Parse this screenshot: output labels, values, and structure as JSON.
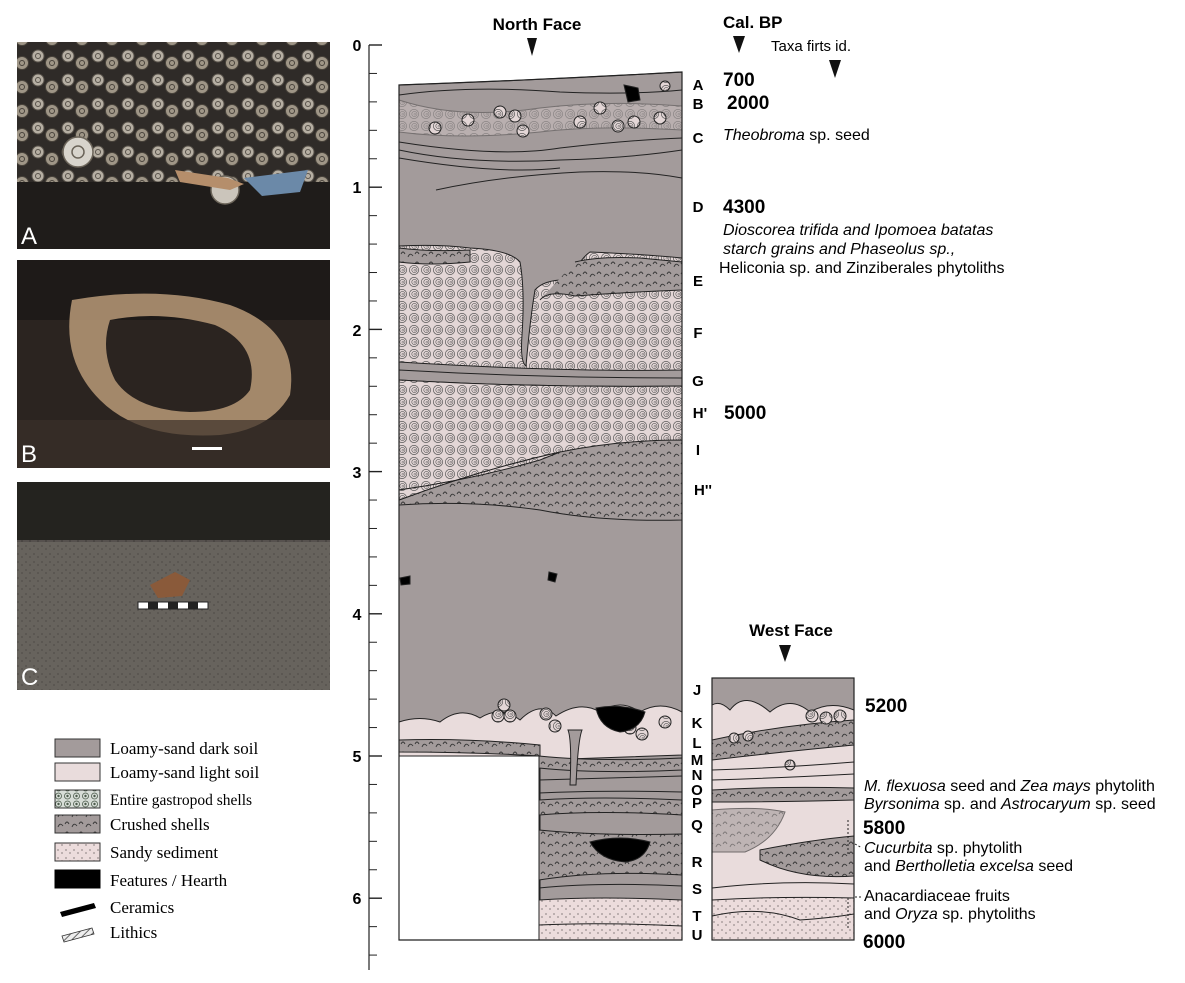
{
  "photos": [
    {
      "label": "A"
    },
    {
      "label": "B"
    },
    {
      "label": "C"
    }
  ],
  "legend": [
    {
      "label": "Loamy-sand dark soil",
      "pattern": "dark"
    },
    {
      "label": "Loamy-sand light soil",
      "pattern": "light"
    },
    {
      "label": "Entire gastropod shells",
      "pattern": "entire"
    },
    {
      "label": "Crushed shells",
      "pattern": "crushed"
    },
    {
      "label": "Sandy sediment",
      "pattern": "sandy"
    },
    {
      "label": "Features / Hearth",
      "pattern": "feature"
    },
    {
      "label": "Ceramics",
      "pattern": "ceramic"
    },
    {
      "label": "Lithics",
      "pattern": "lithic"
    }
  ],
  "colors": {
    "dark_soil": "#a39b9b",
    "light_soil": "#e9dcdc",
    "shell_fill": "#e3d6d6",
    "crushed_fill": "#a39b9b",
    "sandy": "#ecdcdc",
    "feature": "#000000",
    "line": "#222222"
  },
  "depth_axis": {
    "ticks": [
      "0",
      "1",
      "2",
      "3",
      "4",
      "5",
      "6"
    ]
  },
  "faces": {
    "north": "North Face",
    "west": "West Face"
  },
  "headers": {
    "calbp": "Cal. BP",
    "taxa": "Taxa firts id."
  },
  "layers": [
    "A",
    "B",
    "C",
    "D",
    "E",
    "F",
    "G",
    "H'",
    "I",
    "H''",
    "J",
    "K",
    "L",
    "M",
    "N",
    "O",
    "P",
    "Q",
    "R",
    "S",
    "T",
    "U"
  ],
  "dates": [
    "700",
    "2000",
    "4300",
    "5000",
    "5200",
    "5800",
    "6000"
  ],
  "taxa_notes": {
    "theobroma": [
      "Theobroma",
      " sp. seed"
    ],
    "dioscorea_1": "Dioscorea trifida and Ipomoea batatas",
    "dioscorea_2": "starch grains and Phaseolus sp.,",
    "dioscorea_3": "Heliconia sp. and  Zinziberales phytoliths",
    "mflexuosa": [
      "M. flexuosa",
      " seed and ",
      "Zea mays",
      " phytolith"
    ],
    "byrsonima": [
      "Byrsonima",
      " sp. and ",
      "Astrocaryum",
      " sp. seed"
    ],
    "cucurbita": [
      "Cucurbita",
      " sp. phytolith"
    ],
    "bertholletia": [
      "and ",
      "Bertholletia excelsa",
      " seed"
    ],
    "anacardiaceae": "Anacardiaceae fruits",
    "oryza": [
      "and ",
      "Oryza",
      " sp. phytoliths"
    ]
  }
}
